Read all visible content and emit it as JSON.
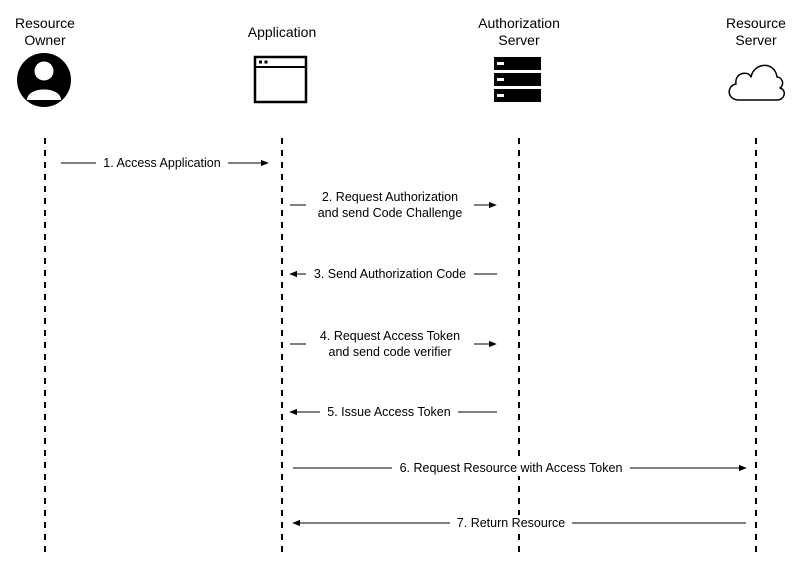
{
  "actors": [
    {
      "id": "resource-owner",
      "label": "Resource\nOwner",
      "icon": "person-icon"
    },
    {
      "id": "application",
      "label": "Application",
      "icon": "browser-window-icon"
    },
    {
      "id": "authorization-server",
      "label": "Authorization\nServer",
      "icon": "server-rack-icon"
    },
    {
      "id": "resource-server",
      "label": "Resource\nServer",
      "icon": "cloud-icon"
    }
  ],
  "messages": [
    {
      "label": "1. Access Application",
      "from": "resource-owner",
      "to": "application"
    },
    {
      "label": "2. Request Authorization\nand send Code Challenge",
      "from": "application",
      "to": "authorization-server"
    },
    {
      "label": "3. Send Authorization Code",
      "from": "authorization-server",
      "to": "application"
    },
    {
      "label": "4. Request Access Token\nand send code verifier",
      "from": "application",
      "to": "authorization-server"
    },
    {
      "label": "5. Issue Access Token",
      "from": "authorization-server",
      "to": "application"
    },
    {
      "label": "6. Request Resource with Access Token",
      "from": "application",
      "to": "resource-server"
    },
    {
      "label": "7. Return Resource",
      "from": "resource-server",
      "to": "application"
    }
  ],
  "colors": {
    "stroke": "#000000",
    "background": "#ffffff"
  }
}
